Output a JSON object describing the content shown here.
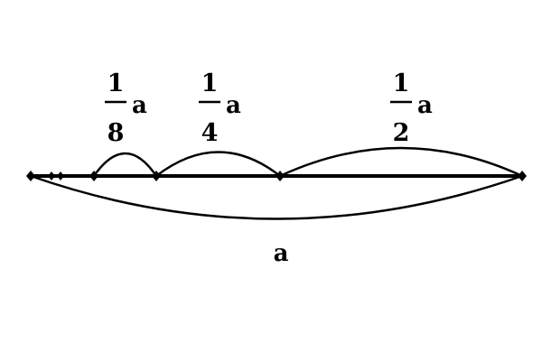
{
  "diagram": {
    "segments": [
      {
        "numerator": "1",
        "denominator": "8",
        "variable": "a"
      },
      {
        "numerator": "1",
        "denominator": "4",
        "variable": "a"
      },
      {
        "numerator": "1",
        "denominator": "2",
        "variable": "a"
      }
    ],
    "total_label": "a",
    "colors": {
      "stroke": "#000000",
      "background": "#ffffff"
    }
  }
}
